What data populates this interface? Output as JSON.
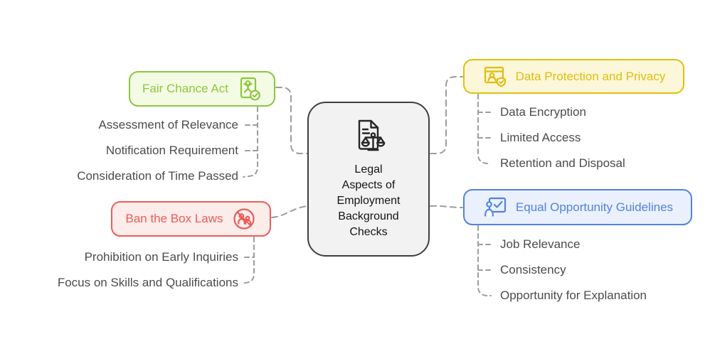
{
  "diagram_title": "Legal Aspects of Employment Background Checks",
  "center": {
    "title": "Legal Aspects of Employment Background Checks",
    "icon": "legal-document-scales-icon",
    "bg_color": "#f2f2f2",
    "border_color": "#3f3f3f"
  },
  "branches": [
    {
      "id": "fair-chance-act",
      "label": "Fair Chance Act",
      "icon": "id-scan-check-icon",
      "side": "left",
      "color": "#8cc63f",
      "bg": "#f4fbe4",
      "children": [
        "Assessment of Relevance",
        "Notification Requirement",
        "Consideration of Time Passed"
      ]
    },
    {
      "id": "ban-the-box-laws",
      "label": "Ban the Box Laws",
      "icon": "no-people-prohibition-icon",
      "side": "left",
      "color": "#e85d59",
      "bg": "#fcecea",
      "children": [
        "Prohibition on Early Inquiries",
        "Focus on Skills and Qualifications"
      ]
    },
    {
      "id": "data-protection-and-privacy",
      "label": "Data Protection and Privacy",
      "icon": "window-user-shield-check-icon",
      "side": "right",
      "color": "#dfbd0e",
      "bg": "#fcf7d9",
      "children": [
        "Data Encryption",
        "Limited Access",
        "Retention and Disposal"
      ]
    },
    {
      "id": "equal-opportunity-guidelines",
      "label": "Equal Opportunity Guidelines",
      "icon": "person-checkboard-icon",
      "side": "right",
      "color": "#5282e0",
      "bg": "#eaf1fc",
      "children": [
        "Job Relevance",
        "Consistency",
        "Opportunity for Explanation"
      ]
    }
  ],
  "connector_color": "#9c9c9c",
  "leaf_text_color": "#4b4b4b"
}
